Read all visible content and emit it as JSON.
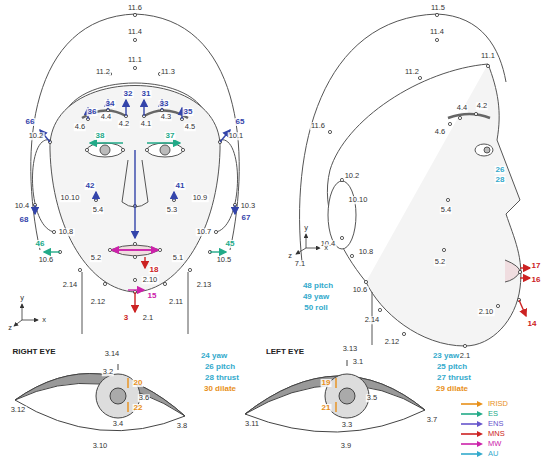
{
  "diagram": {
    "labels": [
      "11.6",
      "11.4",
      "11.1",
      "11.2",
      "11.3",
      "36",
      "34",
      "32",
      "31",
      "33",
      "35",
      "4.6",
      "4.4",
      "4.2",
      "4.1",
      "4.3",
      "4.5",
      "66",
      "65",
      "38",
      "37",
      "10.2",
      "10.1",
      "42",
      "41",
      "10.10",
      "5.4",
      "5.3",
      "10.9",
      "10.4",
      "10.3",
      "67",
      "68",
      "10.8",
      "10.7",
      "46",
      "45",
      "10.6",
      "5.2",
      "5.1",
      "10.5",
      "18",
      "2.14",
      "2.10",
      "2.13",
      "15",
      "2.12",
      "2.11",
      "3",
      "2.1",
      "y",
      "x",
      "z",
      "11.5",
      "11.4",
      "11.1",
      "11.2",
      "11.6",
      "10.2",
      "4.4",
      "4.2",
      "4.6",
      "26",
      "28",
      "5.4",
      "10.10",
      "10.4",
      "10.8",
      "5.2",
      "7.1",
      "10.6",
      "48 pitch",
      "49 yaw",
      "50 roll",
      "2.14",
      "2.10",
      "2.12",
      "2.1",
      "17",
      "16",
      "14",
      "y",
      "x",
      "z",
      "RIGHT EYE",
      "3.14",
      "3.12",
      "3.2",
      "20",
      "3.6",
      "22",
      "3.4",
      "3.10",
      "3.8",
      "24 yaw",
      "26 pitch",
      "28 thrust",
      "30 dilate",
      "LEFT EYE",
      "3.13",
      "3.1",
      "19",
      "3.5",
      "21",
      "3.11",
      "3.3",
      "3.9",
      "3.7",
      "23 yaw",
      "25 pitch",
      "27 thrust",
      "29 dilate"
    ],
    "legend": [
      {
        "text": "IRISD"
      },
      {
        "text": "ES"
      },
      {
        "text": "ENS"
      },
      {
        "text": "MNS"
      },
      {
        "text": "MW"
      },
      {
        "text": "AU"
      }
    ]
  }
}
